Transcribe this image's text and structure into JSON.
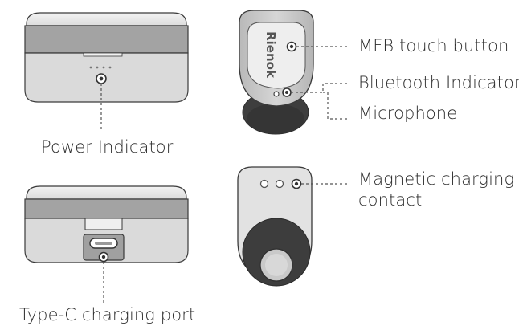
{
  "labels": {
    "power_indicator": "Power Indicator",
    "type_c_port": "Type-C charging port",
    "mfb_button": "MFB touch button",
    "bt_indicator": "Bluetooth Indicator",
    "microphone": "Microphone",
    "magnetic_contact_line1": "Magnetic charging",
    "magnetic_contact_line2": "contact"
  },
  "brand_text": "Rienok",
  "colors": {
    "case_light": "#e7e7e7",
    "case_band": "#a2a2a2",
    "case_shell": "#d9d9d9",
    "bud_body": "#c6c6c6",
    "bud_face": "#ececec",
    "ear_tip": "#3d3d3d",
    "outline": "#3a3a3a"
  }
}
